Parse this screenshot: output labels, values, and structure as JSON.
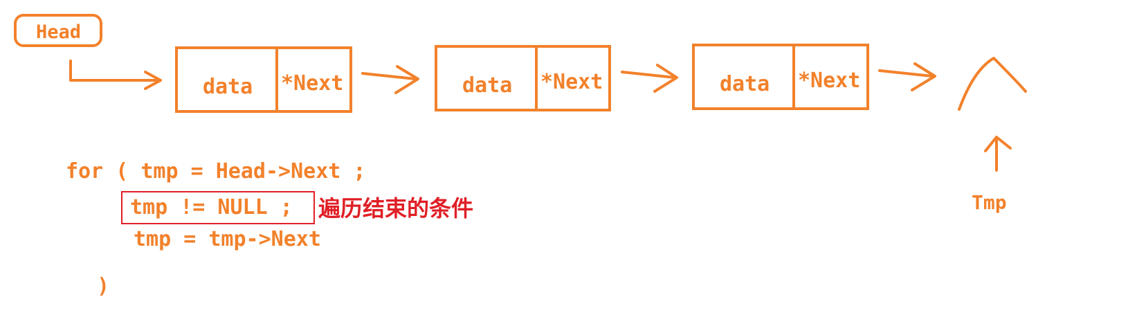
{
  "head": {
    "label": "Head"
  },
  "nodes": [
    {
      "data_label": "data",
      "next_label": "*Next"
    },
    {
      "data_label": "data",
      "next_label": "*Next"
    },
    {
      "data_label": "data",
      "next_label": "*Next"
    }
  ],
  "pointer": {
    "label": "Tmp"
  },
  "code": {
    "line1": "for ( tmp = Head->Next ;",
    "line2": "tmp != NULL ;",
    "line3": "tmp = tmp->Next",
    "line4": ")"
  },
  "annotation": {
    "text": "遍历结束的条件"
  },
  "colors": {
    "accent": "#f2812b",
    "highlight": "#e01f26"
  }
}
